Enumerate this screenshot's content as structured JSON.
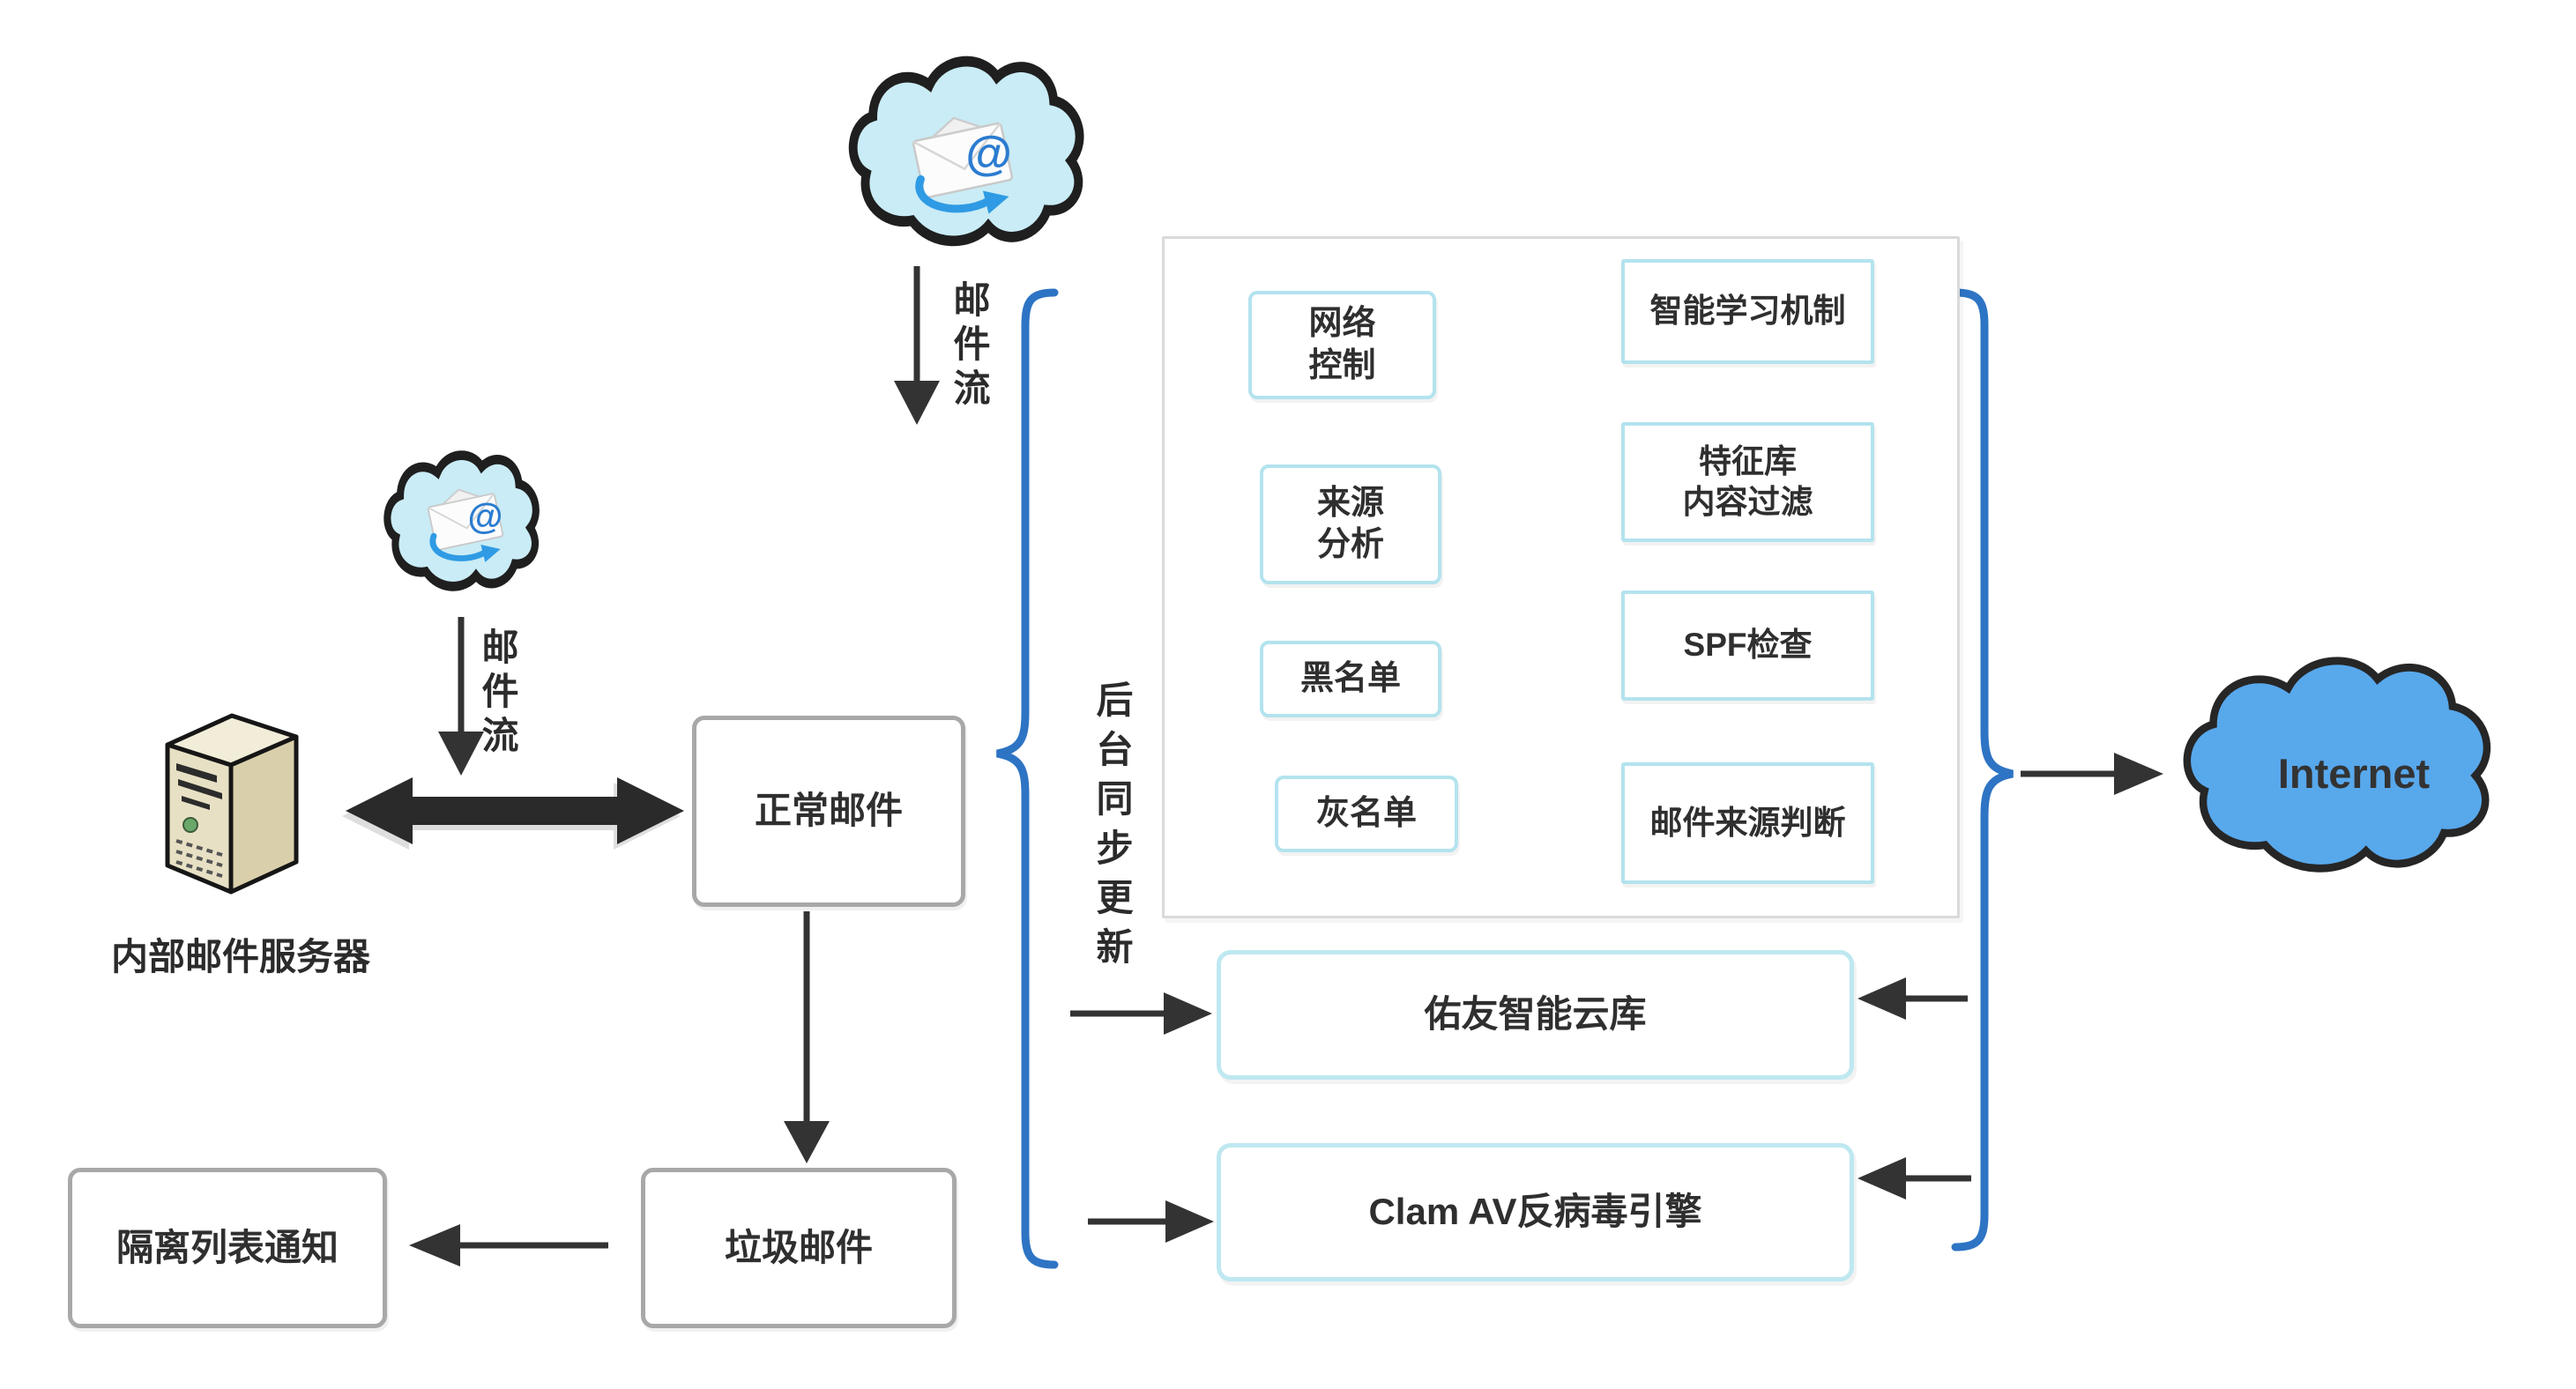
{
  "labels": {
    "mail_flow_top": "邮件流",
    "mail_flow_mid": "邮件流",
    "background_sync": "后台同步更新",
    "internal_mail_server": "内部邮件服务器",
    "internet": "Internet",
    "email_at": "@"
  },
  "pipeline": {
    "left_flow": [
      {
        "label": "网络\n控制"
      },
      {
        "label": "来源\n分析"
      },
      {
        "label": "黑名单"
      },
      {
        "label": "灰名单"
      }
    ],
    "right_flow": [
      {
        "label": "智能学习机制"
      },
      {
        "label": "特征库\n内容过滤"
      },
      {
        "label": "SPF检查"
      },
      {
        "label": "邮件来源判断"
      }
    ]
  },
  "boxes": {
    "normal_mail": "正常邮件",
    "spam_mail": "垃圾邮件",
    "quarantine_notice": "隔离列表通知",
    "cloud_library": "佑友智能云库",
    "antivirus_engine": "Clam AV反病毒引擎"
  },
  "colors": {
    "cloud_fill": "#c9ecf6",
    "internet_fill": "#58a8ec",
    "brace_blue": "#2e74c4",
    "box_cyan_border": "#b3e3ee",
    "box_gray_border": "#a8a8a8",
    "arrow_dark": "#2e2e2e",
    "panel_border": "#dadada"
  }
}
